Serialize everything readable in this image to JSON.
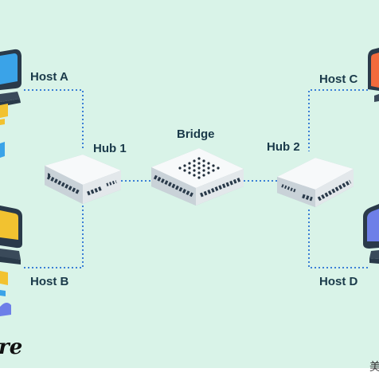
{
  "nodes": {
    "host_a": "Host A",
    "host_b": "Host B",
    "host_c": "Host C",
    "host_d": "Host D",
    "hub_1": "Hub 1",
    "hub_2": "Hub 2",
    "bridge": "Bridge"
  },
  "brand": {
    "logo_text": "re",
    "watermark": "美"
  },
  "colors": {
    "background": "#d9f3e8",
    "link": "#3b7fd6",
    "label": "#1a3a4a",
    "host_a_screen": "#3aa3e8",
    "host_b_screen": "#f2c230",
    "host_c_screen": "#f26a3c",
    "host_d_screen": "#6d7fe8"
  }
}
